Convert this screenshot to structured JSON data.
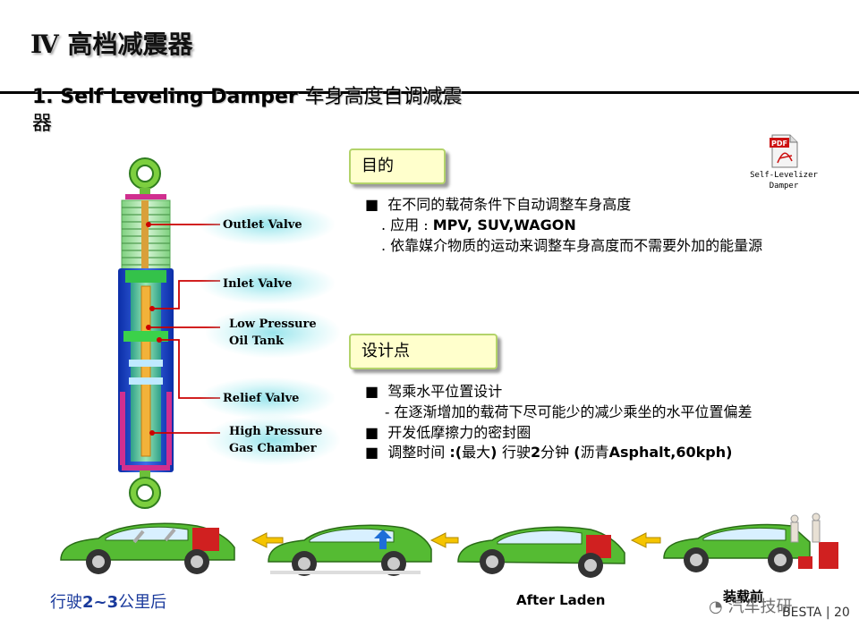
{
  "slide": {
    "title": "Ⅳ 高档减震器",
    "subtitle_en": "1. Self Leveling Damper ",
    "subtitle_zh": "车身高度自调减震器",
    "page_number": "20",
    "footer_brand": "BESTA"
  },
  "attachment": {
    "icon": "pdf-file-icon",
    "name_line1": "Self-Levelizer",
    "name_line2": "Damper"
  },
  "damper_labels": [
    {
      "text": "Outlet Valve"
    },
    {
      "text": "Inlet Valve"
    },
    {
      "text": "Low  Pressure"
    },
    {
      "text": "Oil Tank"
    },
    {
      "text": "Relief Valve"
    },
    {
      "text": "High Pressure"
    },
    {
      "text": "Gas Chamber"
    }
  ],
  "purpose": {
    "heading": "目的",
    "bullet": "在不同的载荷条件下自动调整车身高度",
    "app_prefix": ". 应用 : ",
    "app_value": "MPV, SUV,WAGON",
    "line3": ". 依靠媒介物质的运动来调整车身高度而不需要外加的能量源"
  },
  "design": {
    "heading": "设计点",
    "bullet1": "驾乘水平位置设计",
    "sub1": "- 在逐渐增加的载荷下尽可能少的减少乘坐的水平位置偏差",
    "bullet2": "开发低摩擦力的密封圈",
    "bullet3_a": "调整时间 ",
    "bullet3_b": ":(",
    "bullet3_c": "最大",
    "bullet3_d": ") ",
    "bullet3_e": "行驶",
    "bullet3_f": "2",
    "bullet3_g": "分钟 ",
    "bullet3_h": "(",
    "bullet3_i": "沥青",
    "bullet3_j": "Asphalt,60kph)"
  },
  "footer": {
    "left_a": "行驶",
    "left_b": "2~3",
    "left_c": "公里后",
    "after_label": "After Laden",
    "before_label": "装载前",
    "watermark": "汽车技研"
  },
  "colors": {
    "car_green": "#55bb33",
    "arrow_yellow": "#f5c400",
    "arrow_blue": "#1e6ed8",
    "box_fill": "#ffffcc",
    "box_border": "#b3d36a",
    "leader_red": "#cc0000",
    "footer_blue": "#1a3a9c"
  }
}
